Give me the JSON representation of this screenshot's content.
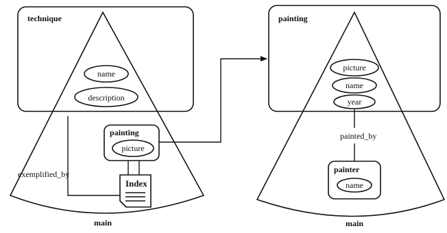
{
  "left": {
    "outer_label": "main",
    "box_title": "technique",
    "box_attributes": [
      "name",
      "description"
    ],
    "sub_box_title": "painting",
    "sub_box_attribute": "picture",
    "index_label": "Index",
    "relation_label": "exemplified_by"
  },
  "right": {
    "outer_label": "main",
    "box_title": "painting",
    "box_attributes": [
      "picture",
      "name",
      "year"
    ],
    "relation_label": "painted_by",
    "sub_box_title": "painter",
    "sub_box_attribute": "name"
  }
}
